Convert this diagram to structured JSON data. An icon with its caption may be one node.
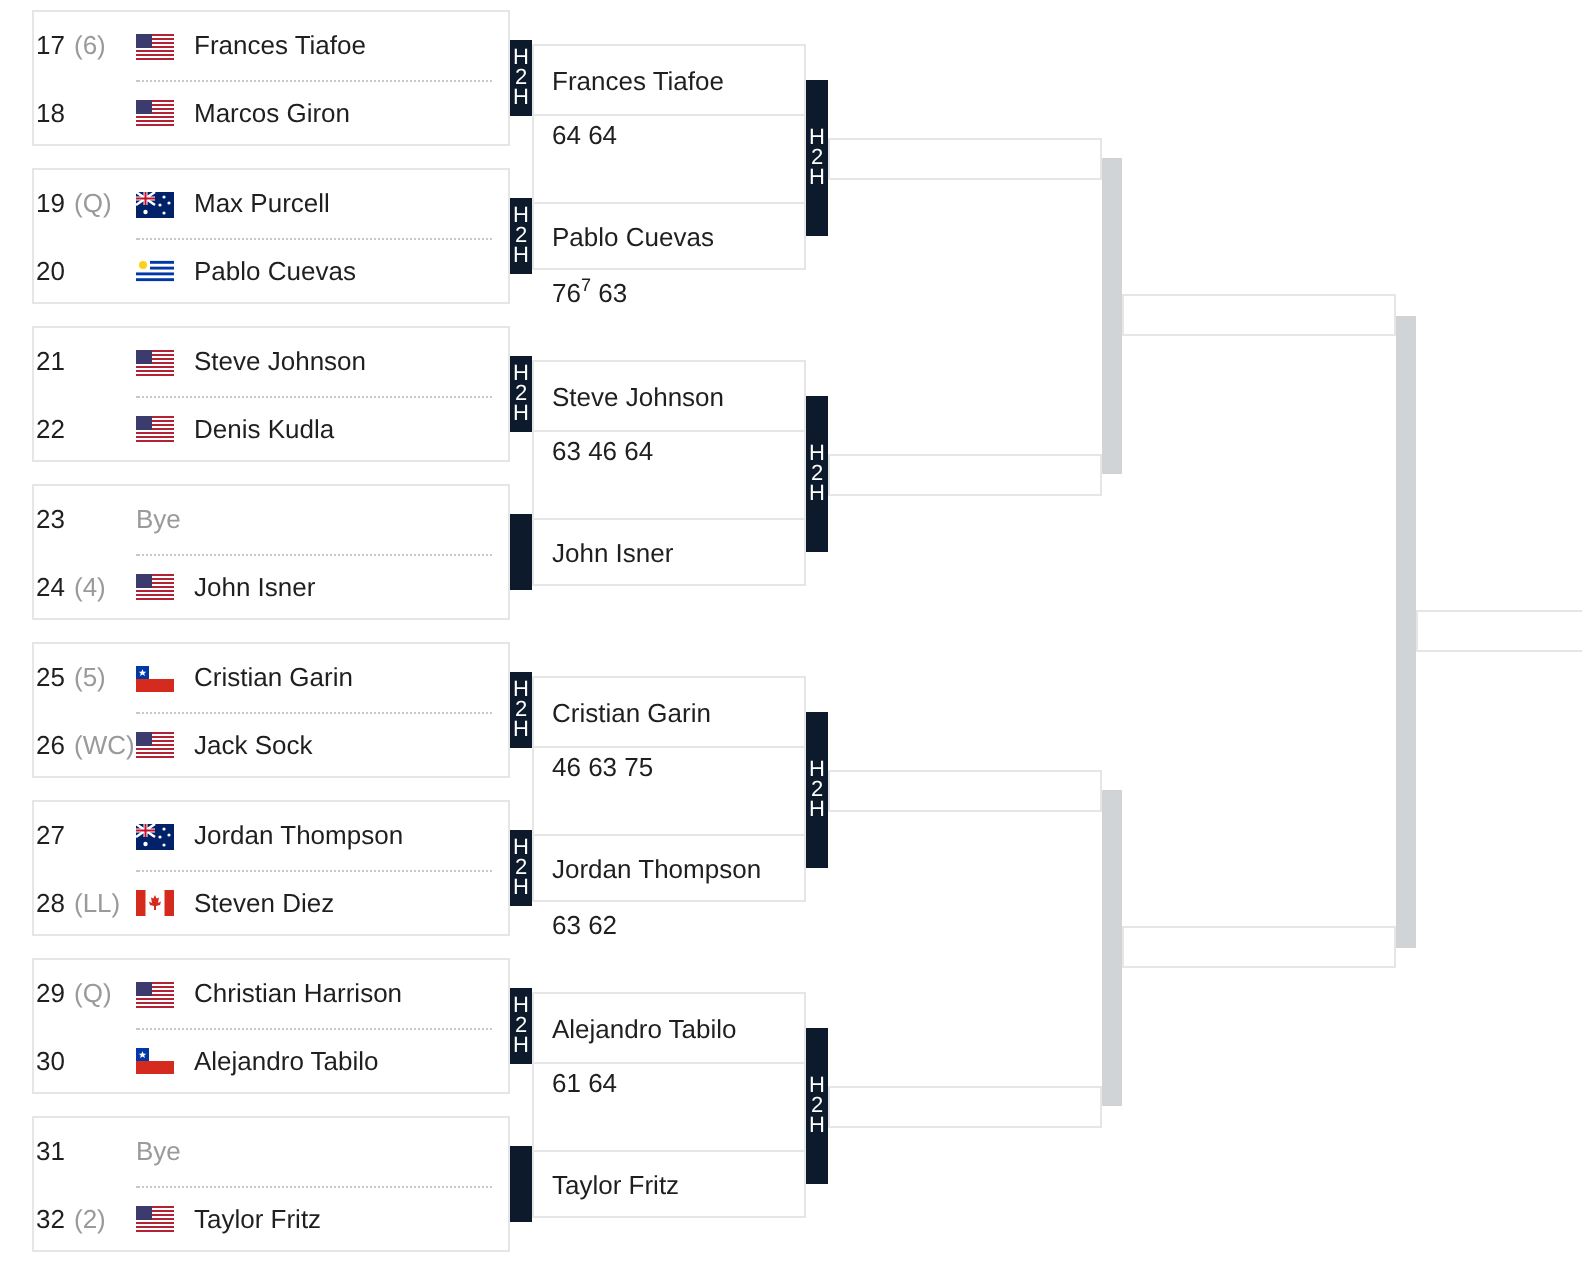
{
  "diagram": {
    "nodes": [
      {
        "text": [],
        "shape": "box"
      },
      {
        "text": [
          "17",
          "(6)",
          "Frances Tiafoe"
        ],
        "in": 0
      },
      {
        "text": [
          "18",
          "Marcos Giron"
        ],
        "in": 0
      },
      {
        "text": [
          "H2H"
        ]
      },
      {
        "text": [],
        "shape": "box"
      },
      {
        "text": [
          "19",
          "(Q)",
          "Max Purcell"
        ],
        "in": 4
      },
      {
        "text": [
          "20",
          "Pablo Cuevas"
        ],
        "in": 4
      },
      {
        "text": [
          "H2H"
        ]
      },
      {
        "text": [],
        "shape": "box"
      },
      {
        "text": [
          "21",
          "Steve Johnson"
        ],
        "in": 8
      },
      {
        "text": [
          "22",
          "Denis Kudla"
        ],
        "in": 8
      },
      {
        "text": [
          "H2H"
        ]
      },
      {
        "text": [],
        "shape": "box"
      },
      {
        "text": [
          "23",
          "Bye"
        ],
        "in": 12
      },
      {
        "text": [
          "24",
          "(4)",
          "John Isner"
        ],
        "in": 12
      },
      {
        "text": [],
        "shape": "bar"
      },
      {
        "text": [],
        "shape": "box"
      },
      {
        "text": [
          "25",
          "(5)",
          "Cristian Garin"
        ],
        "in": 16
      },
      {
        "text": [
          "26",
          "(WC)",
          "Jack Sock"
        ],
        "in": 16
      },
      {
        "text": [
          "H2H"
        ]
      },
      {
        "text": [],
        "shape": "box"
      },
      {
        "text": [
          "27",
          "Jordan Thompson"
        ],
        "in": 20
      },
      {
        "text": [
          "28",
          "(LL)",
          "Steven Diez"
        ],
        "in": 20
      },
      {
        "text": [
          "H2H"
        ]
      },
      {
        "text": [],
        "shape": "box"
      },
      {
        "text": [
          "29",
          "(Q)",
          "Christian Harrison"
        ],
        "in": 24
      },
      {
        "text": [
          "30",
          "Alejandro Tabilo"
        ],
        "in": 24
      },
      {
        "text": [
          "H2H"
        ]
      },
      {
        "text": [],
        "shape": "box"
      },
      {
        "text": [
          "31",
          "Bye"
        ],
        "in": 28
      },
      {
        "text": [
          "32",
          "(2)",
          "Taylor Fritz"
        ],
        "in": 28
      },
      {
        "text": [],
        "shape": "bar"
      },
      {
        "text": [],
        "shape": "box"
      },
      {
        "text": [
          "Frances Tiafoe"
        ],
        "beside": [
          "64 64"
        ],
        "in": 32
      },
      {
        "text": [
          "Pablo Cuevas"
        ],
        "beside": [
          "76$^{7}$ 63"
        ],
        "in": 32
      },
      {
        "text": [
          "H2H"
        ]
      },
      {
        "text": [],
        "shape": "box"
      },
      {
        "text": [
          "Steve Johnson"
        ],
        "beside": [
          "63 46 64"
        ],
        "in": 36
      },
      {
        "text": [
          "John Isner"
        ],
        "in": 36
      },
      {
        "text": [
          "H2H"
        ]
      },
      {
        "text": [],
        "shape": "box"
      },
      {
        "text": [
          "Cristian Garin"
        ],
        "beside": [
          "46 63 75"
        ],
        "in": 40
      },
      {
        "text": [
          "Jordan Thompson"
        ],
        "beside": [
          "63 62"
        ],
        "in": 40
      },
      {
        "text": [
          "H2H"
        ]
      },
      {
        "text": [],
        "shape": "box"
      },
      {
        "text": [
          "Alejandro Tabilo"
        ],
        "beside": [
          "61 64"
        ],
        "in": 44
      },
      {
        "text": [
          "Taylor Fritz"
        ],
        "in": 44
      },
      {
        "text": [
          "H2H"
        ]
      },
      {
        "text": [],
        "shape": "box"
      },
      {
        "text": [],
        "shape": "box"
      },
      {
        "text": [],
        "shape": "bar"
      },
      {
        "text": [],
        "shape": "box"
      },
      {
        "text": [],
        "shape": "box"
      },
      {
        "text": [],
        "shape": "bar"
      },
      {
        "text": [],
        "shape": "box"
      },
      {
        "text": [],
        "shape": "box"
      },
      {
        "text": [],
        "shape": "bar"
      },
      {
        "text": [],
        "shape": "box"
      }
    ]
  }
}
